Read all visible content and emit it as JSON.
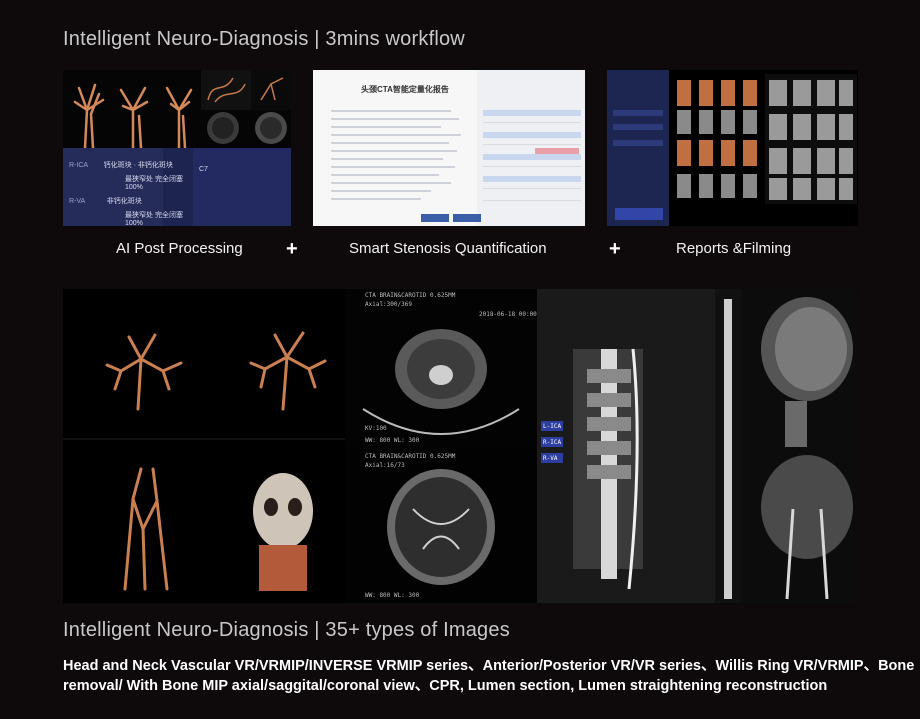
{
  "header": {
    "title": "Intelligent Neuro-Diagnosis | 3mins workflow"
  },
  "workflow": {
    "steps": [
      {
        "label": "AI Post Processing"
      },
      {
        "label": "Smart Stenosis Quantification"
      },
      {
        "label": "Reports &Filming"
      }
    ],
    "separator": "+",
    "ai_panel": {
      "row1_name": "R-ICA",
      "row1_result": "钙化斑块 · 非钙化斑块",
      "row1_note": "最狭窄处 完全闭塞100%",
      "row2_name": "R-VA",
      "row2_result": "非钙化斑块",
      "row2_note": "最狭窄处 完全闭塞100%",
      "segment_label": "C7"
    },
    "report_doc": {
      "title": "头颈CTA智能定量化报告"
    }
  },
  "images_section": {
    "title": "Intelligent Neuro-Diagnosis | 35+ types of Images",
    "description_line1": "Head and Neck Vascular VR/VRMIP/INVERSE VRMIP series、Anterior/Posterior VR/VR series、Willis Ring VR/VRMIP、Bone",
    "description_line2": "removal/ With Bone MIP axial/saggital/coronal view、CPR, Lumen section, Lumen straightening reconstruction"
  },
  "ct_labels": {
    "series": "CTA BRAIN&CAROTID 0.625MM",
    "axial_top": "Axial:300/369",
    "axial_bottom": "Axial:16/73",
    "date": "2018-06-18 00:00",
    "kv": "KV:100",
    "window": "WW: 800   WL: 300",
    "lica": "L-ICA",
    "rica": "R-ICA",
    "rva": "R-VA"
  },
  "colors": {
    "background": "#0e0a0c",
    "accent": "#2c3c8c",
    "vessel": "#d4895a"
  }
}
